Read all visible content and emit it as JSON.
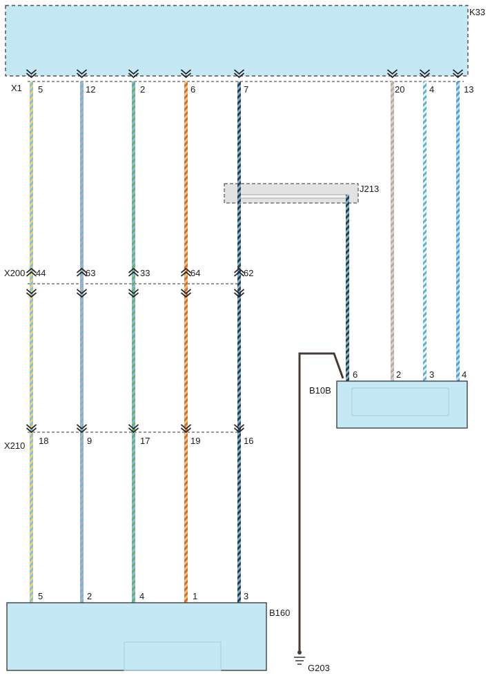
{
  "components": {
    "ecu": "K33",
    "junction": "J213",
    "sensor_right": "B10B",
    "sensor_bottom": "B160",
    "ground": "G203"
  },
  "connectors": {
    "x1": "X1",
    "x200": "X200",
    "x210": "X210"
  },
  "wires": [
    {
      "id": "w1",
      "x1_pin": "5",
      "x200_pin": "44",
      "x210_pin": "18",
      "b160_pin": "5",
      "colors": [
        "#f2d36b",
        "#7ec3e6"
      ]
    },
    {
      "id": "w2",
      "x1_pin": "12",
      "x200_pin": "63",
      "x210_pin": "9",
      "b160_pin": "2",
      "colors": [
        "#b8b0a8",
        "#6fb6e4"
      ]
    },
    {
      "id": "w3",
      "x1_pin": "2",
      "x200_pin": "33",
      "x210_pin": "17",
      "b160_pin": "4",
      "colors": [
        "#6fae6a",
        "#7cc0e5"
      ]
    },
    {
      "id": "w4",
      "x1_pin": "6",
      "x200_pin": "64",
      "x210_pin": "19",
      "b160_pin": "1",
      "colors": [
        "#d9664a",
        "#f0c65e"
      ]
    },
    {
      "id": "w5",
      "x1_pin": "7",
      "x200_pin": "62",
      "x210_pin": "16",
      "b160_pin": "3",
      "colors": [
        "#3a3a3a",
        "#6fb6e4"
      ]
    }
  ],
  "right_wires": [
    {
      "id": "r1",
      "x1_pin": "20",
      "b10b_pin": "2",
      "colors": [
        "#b5aca3",
        "#d8d2cb"
      ]
    },
    {
      "id": "r2",
      "x1_pin": "4",
      "b10b_pin": "3",
      "colors": [
        "#5aaee6",
        "#eef7fb"
      ]
    },
    {
      "id": "r3",
      "x1_pin": "13",
      "b10b_pin": "4",
      "colors": [
        "#4f9ee0",
        "#bfe0f5"
      ]
    }
  ],
  "junction_wire": {
    "b10b_pin": "6",
    "colors": [
      "#3a3a3a",
      "#6fb6e4"
    ]
  },
  "colors": {
    "box_fill": "#c4e8f4",
    "box_stroke": "#333333",
    "ground_wire": "#4a3a34"
  }
}
